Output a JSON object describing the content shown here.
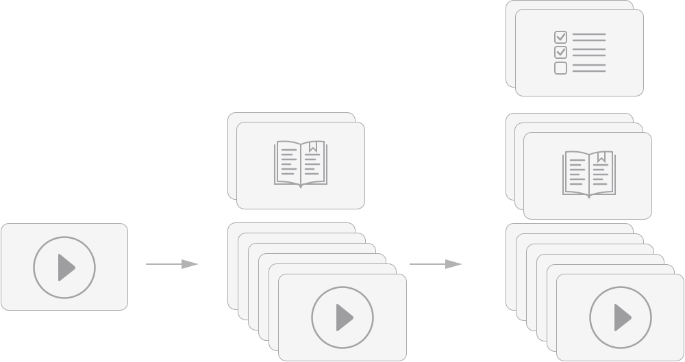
{
  "diagram": {
    "stages": [
      {
        "name": "stage-1",
        "groups": [
          {
            "kind": "video",
            "icon": "play-icon",
            "count": 1
          }
        ]
      },
      {
        "name": "stage-2",
        "groups": [
          {
            "kind": "reading",
            "icon": "open-book-icon",
            "count": 2
          },
          {
            "kind": "video",
            "icon": "play-icon",
            "count": 6
          }
        ]
      },
      {
        "name": "stage-3",
        "groups": [
          {
            "kind": "quiz",
            "icon": "checklist-icon",
            "count": 2
          },
          {
            "kind": "reading",
            "icon": "open-book-icon",
            "count": 3
          },
          {
            "kind": "video",
            "icon": "play-icon",
            "count": 6
          }
        ]
      }
    ],
    "connectors": [
      {
        "from": "stage-1",
        "to": "stage-2",
        "icon": "arrow-right-icon"
      },
      {
        "from": "stage-2",
        "to": "stage-3",
        "icon": "arrow-right-icon"
      }
    ],
    "colors": {
      "card_fill": "#f5f5f6",
      "card_border": "#a9a9ab",
      "icon_stroke": "#a3a3a5",
      "play_fill": "#9e9ea0",
      "arrow": "#b3b3b5"
    }
  }
}
